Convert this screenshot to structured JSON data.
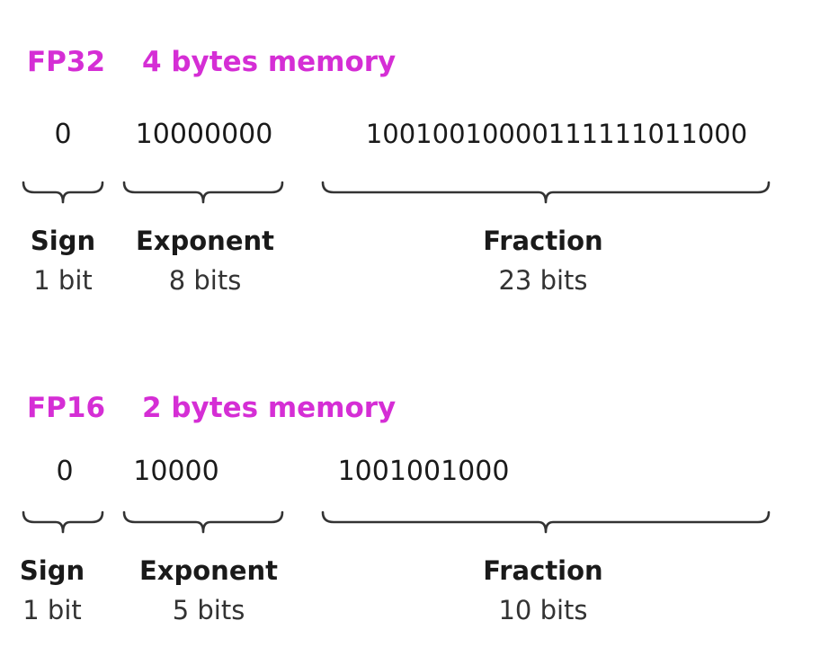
{
  "fp32": {
    "format": "FP32",
    "memory": "4 bytes memory",
    "sign": {
      "value": "0",
      "label": "Sign",
      "size": "1 bit"
    },
    "exponent": {
      "value": "10000000",
      "label": "Exponent",
      "size": "8 bits"
    },
    "fraction": {
      "value": "10010010000111111011000",
      "label": "Fraction",
      "size": "23 bits"
    }
  },
  "fp16": {
    "format": "FP16",
    "memory": "2 bytes memory",
    "sign": {
      "value": "0",
      "label": "Sign",
      "size": "1 bit"
    },
    "exponent": {
      "value": "10000",
      "label": "Exponent",
      "size": "5 bits"
    },
    "fraction": {
      "value": "1001001000",
      "label": "Fraction",
      "size": "10 bits"
    }
  },
  "colors": {
    "heading": "#d52ed5",
    "text": "#1a1a1a",
    "brace": "#333333"
  }
}
